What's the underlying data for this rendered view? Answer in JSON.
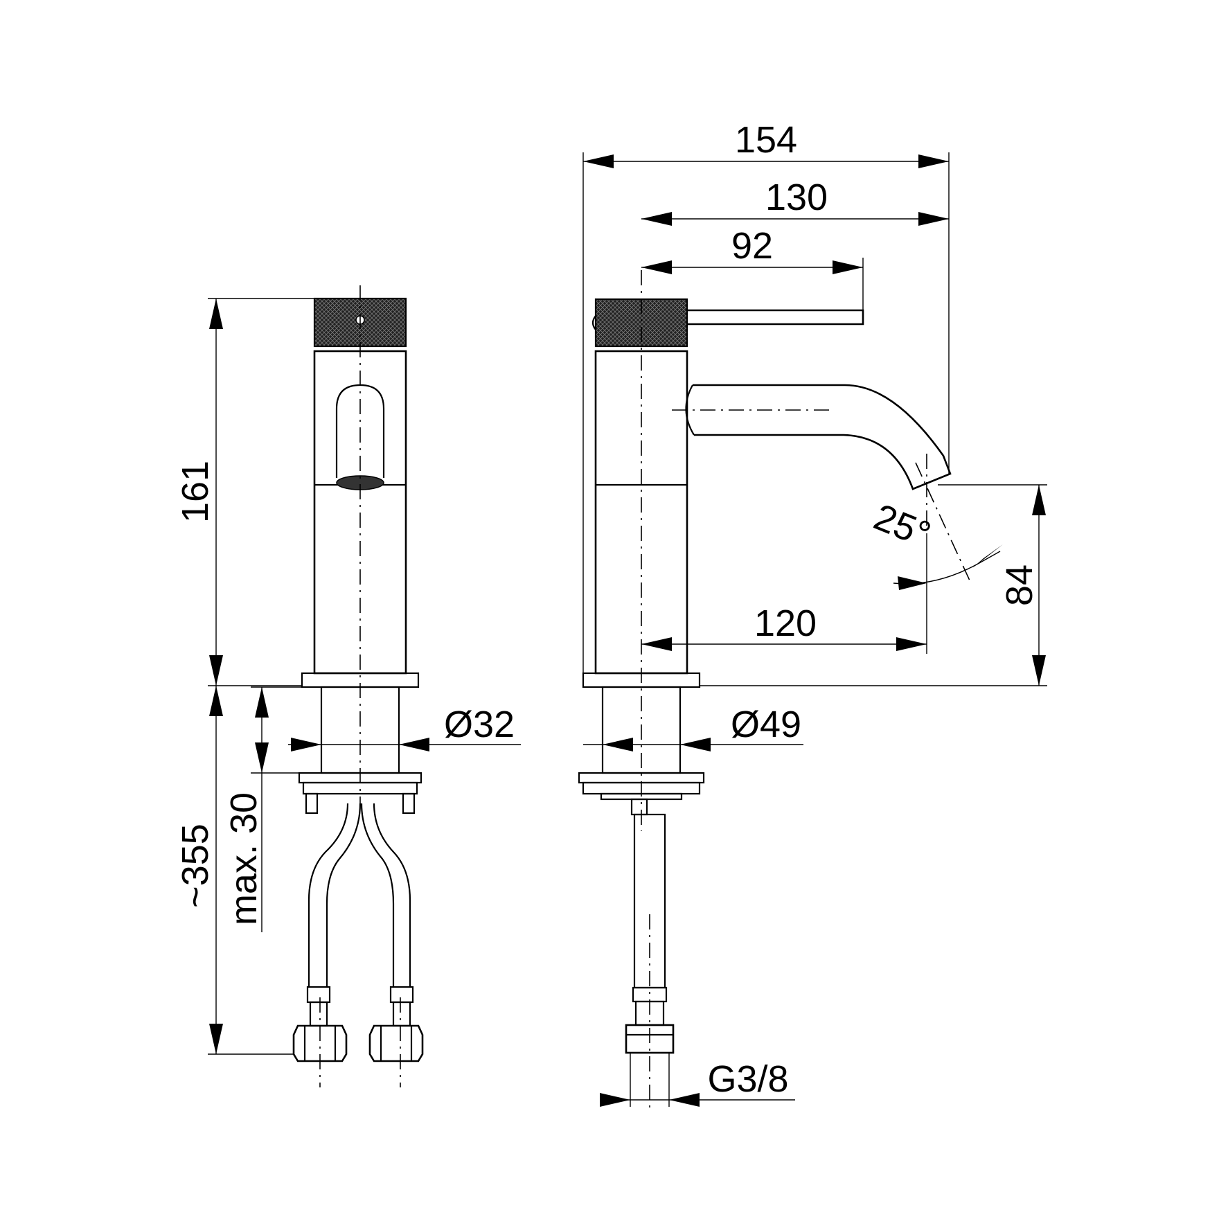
{
  "dimensions": {
    "width_overall": "154",
    "width_spout": "130",
    "width_lever": "92",
    "spout_reach": "120",
    "spout_height": "84",
    "total_height": "161",
    "hose_length": "~355",
    "max_thickness": "max. 30",
    "shank_diameter": "Ø32",
    "base_diameter": "Ø49",
    "thread": "G3/8",
    "spout_angle": "25°"
  },
  "views": [
    "front-view",
    "side-view"
  ]
}
